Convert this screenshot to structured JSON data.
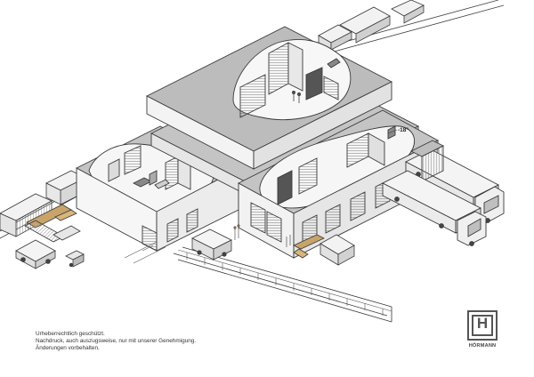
{
  "diagram": {
    "callouts": {
      "freezer_temp": "-18°"
    }
  },
  "footer": {
    "notice_lines": [
      "Urheberrechtlich geschützt.",
      "Nachdruck, auch auszugsweise, nur mit unserer Genehmigung.",
      "Änderungen vorbehalten."
    ]
  },
  "brand": {
    "logo_letter": "H",
    "name": "HÖRMANN"
  },
  "colors": {
    "line": "#3a3a3a",
    "roof": "#bdbdbd",
    "wall": "#f4f4f4",
    "floor": "#e8e8e8",
    "accent": "#8a6a3a"
  }
}
